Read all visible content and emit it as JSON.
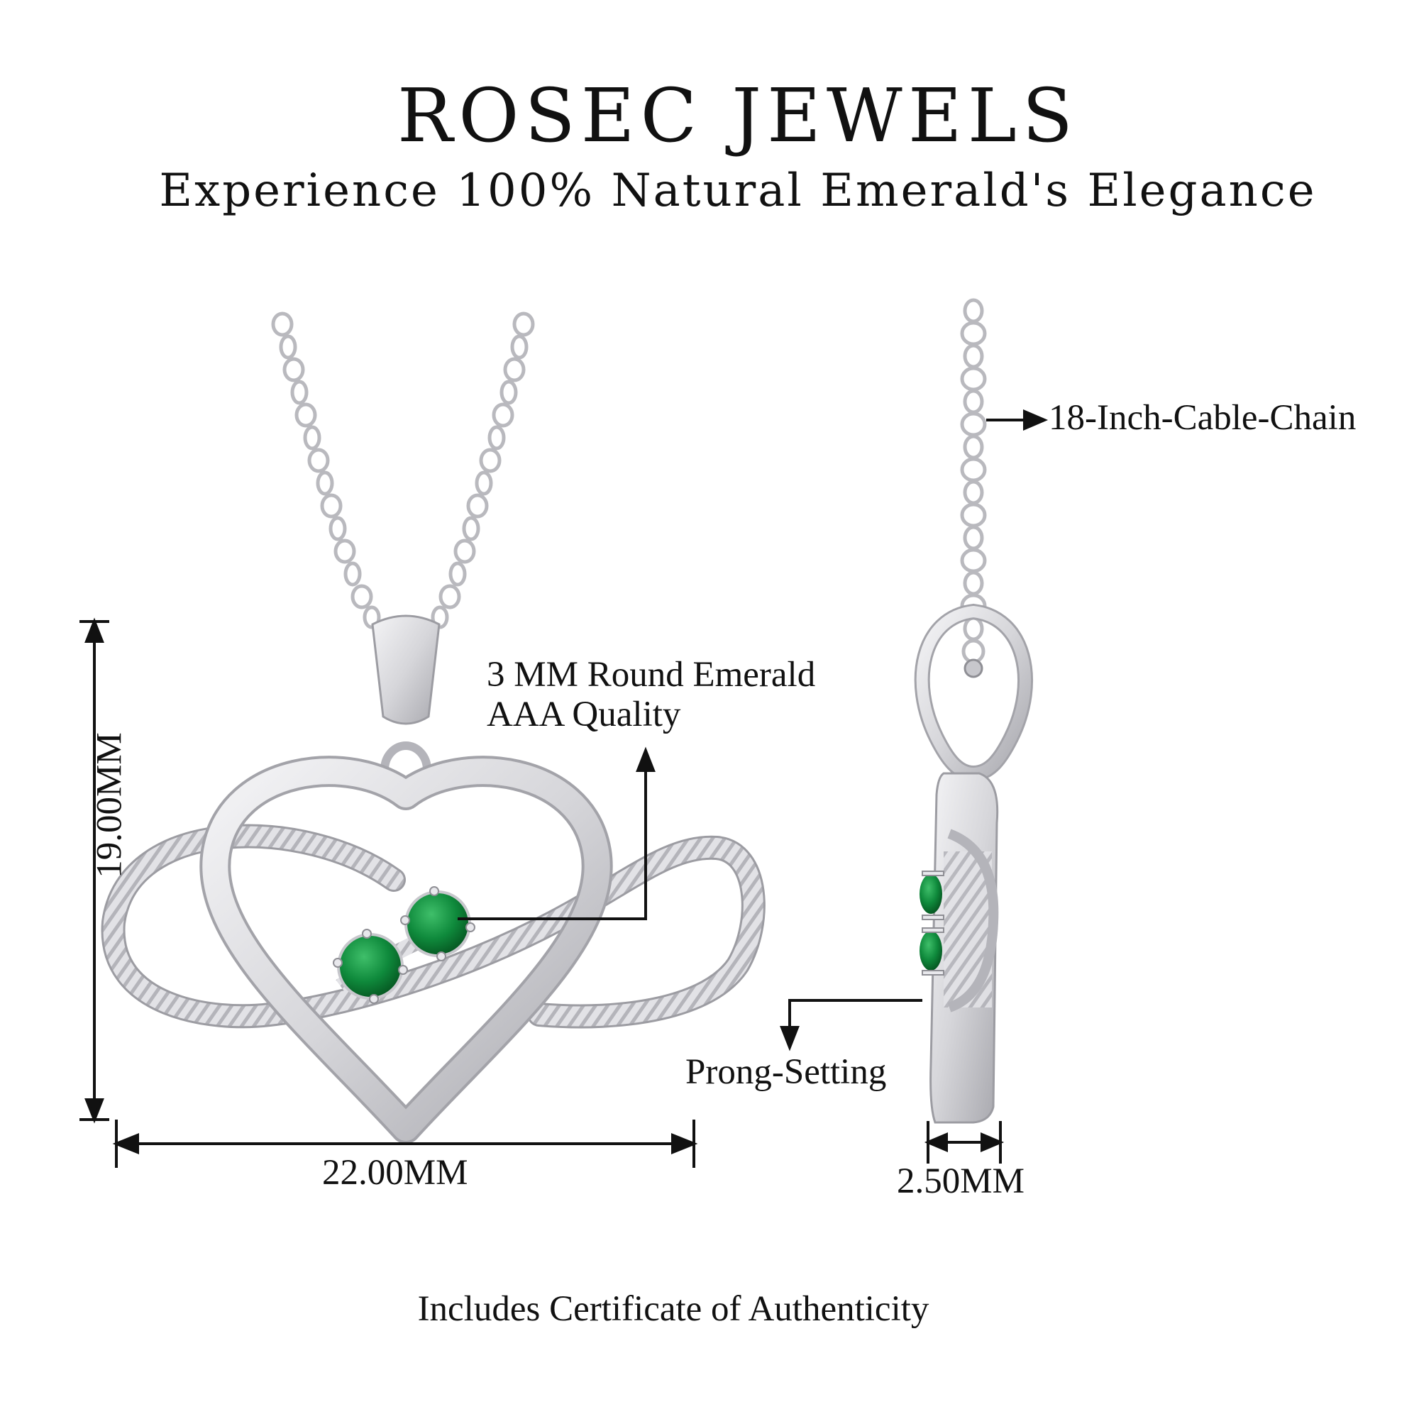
{
  "header": {
    "brand": "ROSEC JEWELS",
    "tagline": "Experience 100% Natural Emerald's Elegance"
  },
  "annotations": {
    "chain": "18-Inch-Cable-Chain",
    "stone_line1": "3 MM Round Emerald",
    "stone_line2": "AAA Quality",
    "setting": "Prong-Setting",
    "height": "19.00MM",
    "width": "22.00MM",
    "depth": "2.50MM"
  },
  "footer": {
    "note": "Includes Certificate of Authenticity"
  },
  "colors": {
    "metal": "#d8d8dc",
    "metal_shadow": "#a9a9ae",
    "emerald": "#0f8a3c",
    "emerald_dark": "#06612a",
    "ink": "#111111"
  }
}
